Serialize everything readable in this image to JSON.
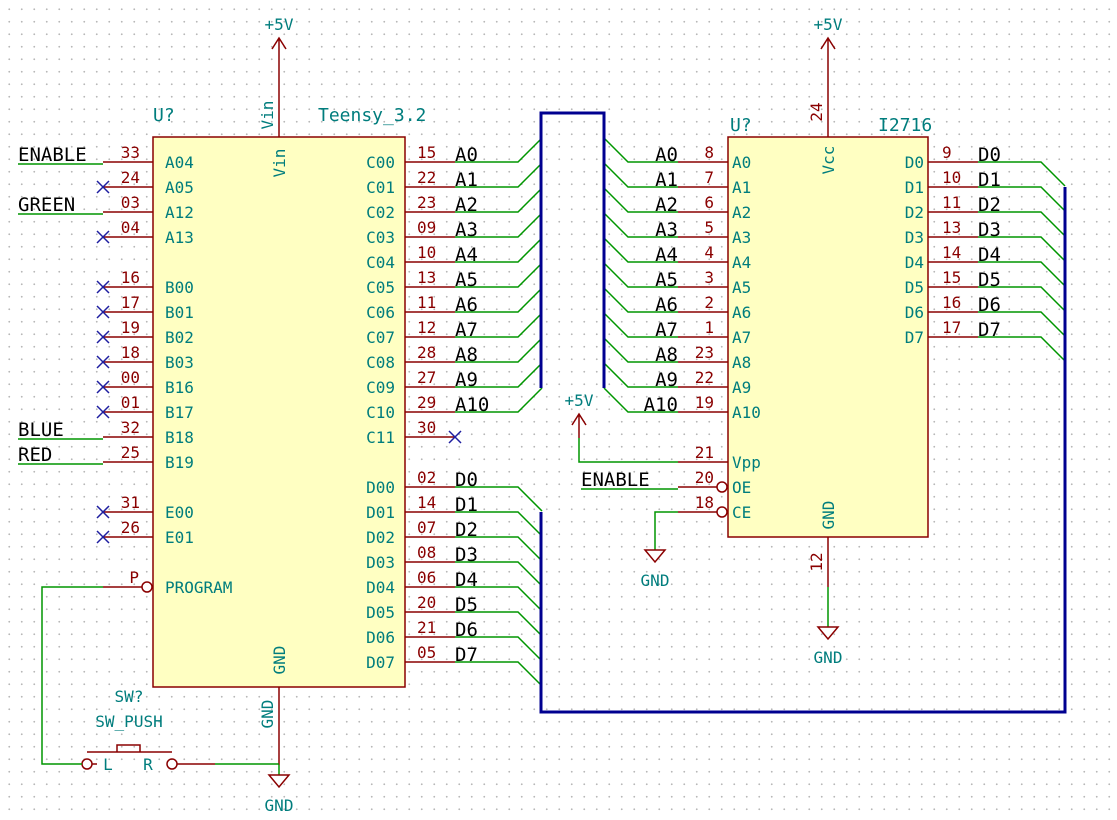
{
  "teensy": {
    "ref": "U?",
    "value": "Teensy_3.2",
    "left_pins": [
      {
        "num": "33",
        "name": "A04",
        "net": "ENABLE"
      },
      {
        "num": "24",
        "name": "A05",
        "net": ""
      },
      {
        "num": "03",
        "name": "A12",
        "net": "GREEN"
      },
      {
        "num": "04",
        "name": "A13",
        "net": ""
      },
      {
        "num": "16",
        "name": "B00",
        "net": ""
      },
      {
        "num": "17",
        "name": "B01",
        "net": ""
      },
      {
        "num": "19",
        "name": "B02",
        "net": ""
      },
      {
        "num": "18",
        "name": "B03",
        "net": ""
      },
      {
        "num": "00",
        "name": "B16",
        "net": ""
      },
      {
        "num": "01",
        "name": "B17",
        "net": ""
      },
      {
        "num": "32",
        "name": "B18",
        "net": "BLUE"
      },
      {
        "num": "25",
        "name": "B19",
        "net": "RED"
      },
      {
        "num": "31",
        "name": "E00",
        "net": ""
      },
      {
        "num": "26",
        "name": "E01",
        "net": ""
      },
      {
        "num": "P",
        "name": "PROGRAM",
        "net": ""
      }
    ],
    "right_pins": [
      {
        "num": "15",
        "name": "C00",
        "net": "A0"
      },
      {
        "num": "22",
        "name": "C01",
        "net": "A1"
      },
      {
        "num": "23",
        "name": "C02",
        "net": "A2"
      },
      {
        "num": "09",
        "name": "C03",
        "net": "A3"
      },
      {
        "num": "10",
        "name": "C04",
        "net": "A4"
      },
      {
        "num": "13",
        "name": "C05",
        "net": "A5"
      },
      {
        "num": "11",
        "name": "C06",
        "net": "A6"
      },
      {
        "num": "12",
        "name": "C07",
        "net": "A7"
      },
      {
        "num": "28",
        "name": "C08",
        "net": "A8"
      },
      {
        "num": "27",
        "name": "C09",
        "net": "A9"
      },
      {
        "num": "29",
        "name": "C10",
        "net": "A10"
      },
      {
        "num": "30",
        "name": "C11",
        "net": ""
      },
      {
        "num": "02",
        "name": "D00",
        "net": "D0"
      },
      {
        "num": "14",
        "name": "D01",
        "net": "D1"
      },
      {
        "num": "07",
        "name": "D02",
        "net": "D2"
      },
      {
        "num": "08",
        "name": "D03",
        "net": "D3"
      },
      {
        "num": "06",
        "name": "D04",
        "net": "D4"
      },
      {
        "num": "20",
        "name": "D05",
        "net": "D5"
      },
      {
        "num": "21",
        "name": "D06",
        "net": "D6"
      },
      {
        "num": "05",
        "name": "D07",
        "net": "D7"
      }
    ],
    "top_pin": {
      "name": "Vin",
      "label": "Vin"
    },
    "bottom_pin": {
      "name": "GND",
      "label": "GND"
    }
  },
  "eprom": {
    "ref": "U?",
    "value": "I2716",
    "left_pins": [
      {
        "num": "8",
        "name": "A0",
        "net": "A0"
      },
      {
        "num": "7",
        "name": "A1",
        "net": "A1"
      },
      {
        "num": "6",
        "name": "A2",
        "net": "A2"
      },
      {
        "num": "5",
        "name": "A3",
        "net": "A3"
      },
      {
        "num": "4",
        "name": "A4",
        "net": "A4"
      },
      {
        "num": "3",
        "name": "A5",
        "net": "A5"
      },
      {
        "num": "2",
        "name": "A6",
        "net": "A6"
      },
      {
        "num": "1",
        "name": "A7",
        "net": "A7"
      },
      {
        "num": "23",
        "name": "A8",
        "net": "A8"
      },
      {
        "num": "22",
        "name": "A9",
        "net": "A9"
      },
      {
        "num": "19",
        "name": "A10",
        "net": "A10"
      },
      {
        "num": "21",
        "name": "Vpp",
        "net": ""
      },
      {
        "num": "20",
        "name": "OE",
        "net": "ENABLE"
      },
      {
        "num": "18",
        "name": "CE",
        "net": ""
      }
    ],
    "right_pins": [
      {
        "num": "9",
        "name": "D0",
        "net": "D0"
      },
      {
        "num": "10",
        "name": "D1",
        "net": "D1"
      },
      {
        "num": "11",
        "name": "D2",
        "net": "D2"
      },
      {
        "num": "13",
        "name": "D3",
        "net": "D3"
      },
      {
        "num": "14",
        "name": "D4",
        "net": "D4"
      },
      {
        "num": "15",
        "name": "D5",
        "net": "D5"
      },
      {
        "num": "16",
        "name": "D6",
        "net": "D6"
      },
      {
        "num": "17",
        "name": "D7",
        "net": "D7"
      }
    ],
    "top_pin": {
      "num": "24",
      "name": "Vcc"
    },
    "bottom_pin": {
      "num": "12",
      "name": "GND"
    }
  },
  "switch": {
    "ref": "SW?",
    "value": "SW_PUSH",
    "left_label": "L",
    "right_label": "R"
  },
  "power": {
    "vcc": "+5V",
    "gnd": "GND"
  },
  "colors": {
    "wire": "#009600",
    "bus": "#000090",
    "component_body": "#ffffc2",
    "component_outline": "#8a0000",
    "pin_name": "#007d7d",
    "no_connect": "#1e1ea0"
  }
}
